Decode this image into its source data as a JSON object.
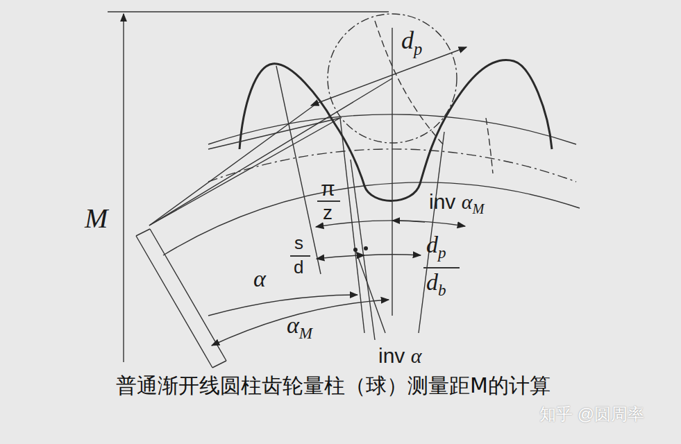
{
  "diagram": {
    "caption": "普通渐开线圆柱齿轮量柱（球）测量距M的计算",
    "labels": [
      "dp",
      "π",
      "z",
      "inv αM",
      "s",
      "d",
      "dp",
      "db",
      "α",
      "αM",
      "inv α",
      "M",
      "知乎 @圆周率"
    ]
  }
}
